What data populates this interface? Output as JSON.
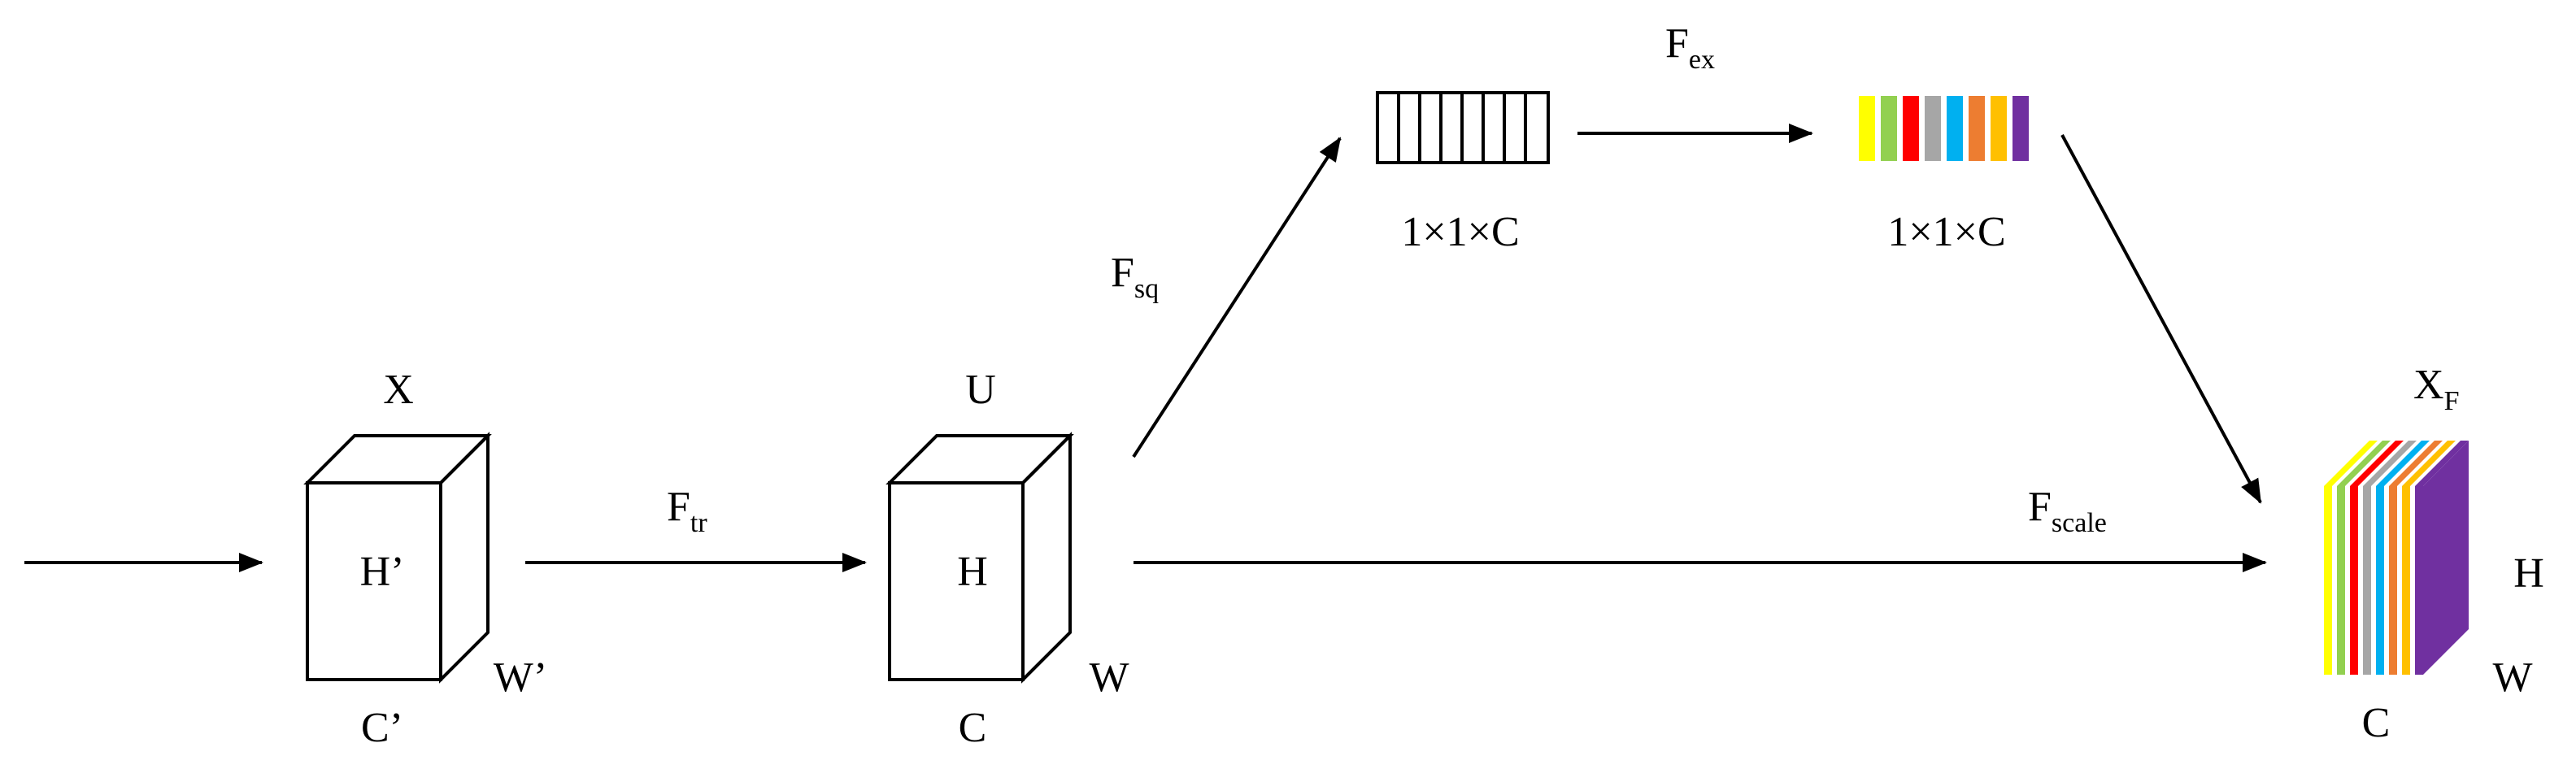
{
  "diagram": {
    "input_block": {
      "top_label": "X",
      "face_label": "H’",
      "bottom_label": "C’",
      "side_label": "W’"
    },
    "transform": {
      "main": "F",
      "sub": "tr"
    },
    "output_block": {
      "top_label": "U",
      "face_label": "H",
      "bottom_label": "C",
      "side_label": "W"
    },
    "squeeze": {
      "main": "F",
      "sub": "sq",
      "vector_label": "1×1×C"
    },
    "excitation": {
      "main": "F",
      "sub": "ex",
      "vector_label": "1×1×C"
    },
    "scale": {
      "main": "F",
      "sub": "scale"
    },
    "result_block": {
      "top_label_main": "X",
      "top_label_sub": "F",
      "bottom_label": "C",
      "side_label": "W",
      "height_label": "H"
    },
    "channel_colors": [
      "#ffff00",
      "#92d050",
      "#ff0000",
      "#a6a6a6",
      "#00b0f0",
      "#ed7d31",
      "#ffc000",
      "#7030a0"
    ]
  }
}
